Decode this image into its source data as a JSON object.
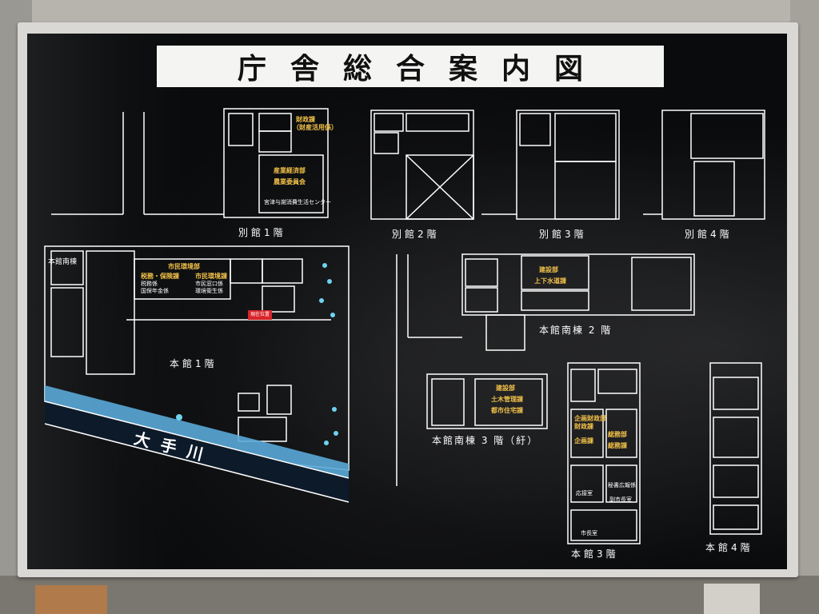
{
  "title": "庁舎総合案内図",
  "river": "大手川",
  "you_are_here": "現在位置",
  "floors": {
    "annex_1f": "別館1階",
    "annex_2f": "別館2階",
    "annex_3f": "別館3階",
    "annex_4f": "別館4階",
    "main_1f": "本館1階",
    "main_south_label": "本館南棟",
    "main_south_2f": "本館南棟 2 階",
    "main_south_3f": "本館南棟 3 階（紆）",
    "main_3f": "本館3階",
    "main_4f": "本館4階"
  },
  "depts": {
    "annex1_a": "産業経済部",
    "annex1_b": "農業委員会",
    "annex1_c": "財政課",
    "annex1_d": "（財産活用係）",
    "annex1_e": "宮津与謝消費生活センター",
    "main1_a": "市民環境部",
    "main1_b": "税務・保険課",
    "main1_c": "市民環境課",
    "main1_d": "税務係",
    "main1_e": "市民窓口係",
    "main1_f": "国保年金係",
    "main1_g": "環境衛生係",
    "south2_a": "建設部",
    "south2_b": "上下水道課",
    "south3_a": "建設部",
    "south3_b": "土木管理課",
    "south3_c": "都市住宅課",
    "main3_a": "企画財政部",
    "main3_b": "財政課",
    "main3_c": "企画課",
    "main3_d": "総務部",
    "main3_e": "総務課",
    "main3_f": "市長室",
    "main3_g": "副市長室",
    "main3_h": "応接室",
    "main3_i": "秘書広報係"
  }
}
